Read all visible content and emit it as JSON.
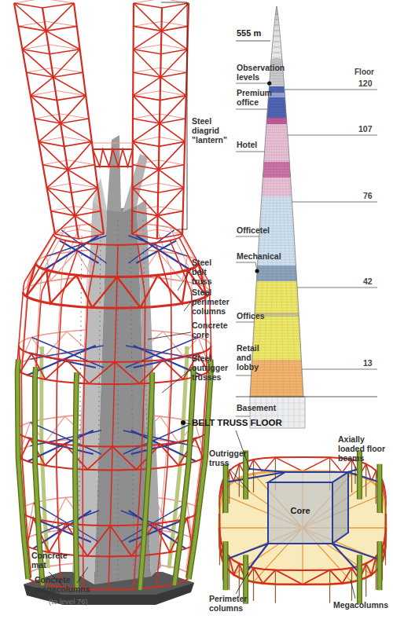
{
  "diagram": {
    "nodes": [
      {
        "text": [
          "Core"
        ]
      }
    ],
    "labels": [
      "555 m",
      "Steel diagrid \"lantern\"",
      "Observation levels",
      "Floor",
      "120",
      "Premium office",
      "107",
      "Hotel",
      "76",
      "Steel belt truss",
      "Officetel",
      "Steel perimeter columns",
      "Concrete core",
      "Mechanical",
      "42",
      "Steel outrigger trusses",
      "Offices",
      "13",
      "Retail and lobby",
      "Basement",
      "BELT TRUSS FLOOR",
      "Outrigger truss",
      "Axially loaded floor beams",
      "Perimeter columns",
      "Megacolumns",
      "Concrete mat",
      "Concrete megacolumns",
      "(to level 76)"
    ]
  }
}
